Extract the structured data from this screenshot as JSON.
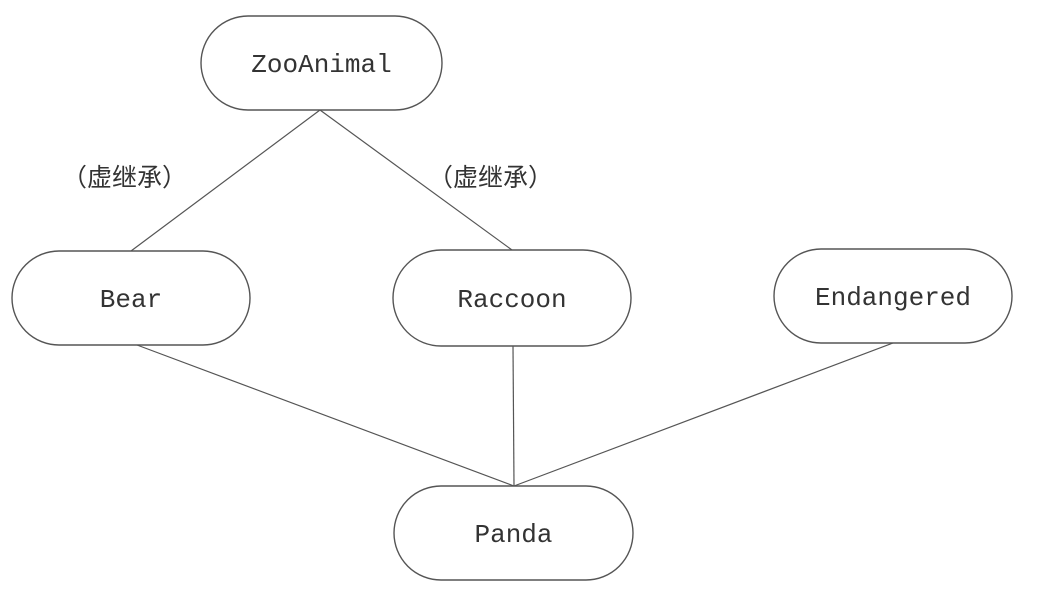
{
  "diagram": {
    "type": "inheritance-hierarchy",
    "nodes": [
      {
        "id": "zooanimal",
        "label": "ZooAnimal"
      },
      {
        "id": "bear",
        "label": "Bear"
      },
      {
        "id": "raccoon",
        "label": "Raccoon"
      },
      {
        "id": "endangered",
        "label": "Endangered"
      },
      {
        "id": "panda",
        "label": "Panda"
      }
    ],
    "edges": [
      {
        "from": "bear",
        "to": "zooanimal",
        "label": "（虚继承）"
      },
      {
        "from": "raccoon",
        "to": "zooanimal",
        "label": "（虚继承）"
      },
      {
        "from": "panda",
        "to": "bear",
        "label": ""
      },
      {
        "from": "panda",
        "to": "raccoon",
        "label": ""
      },
      {
        "from": "panda",
        "to": "endangered",
        "label": ""
      }
    ]
  }
}
